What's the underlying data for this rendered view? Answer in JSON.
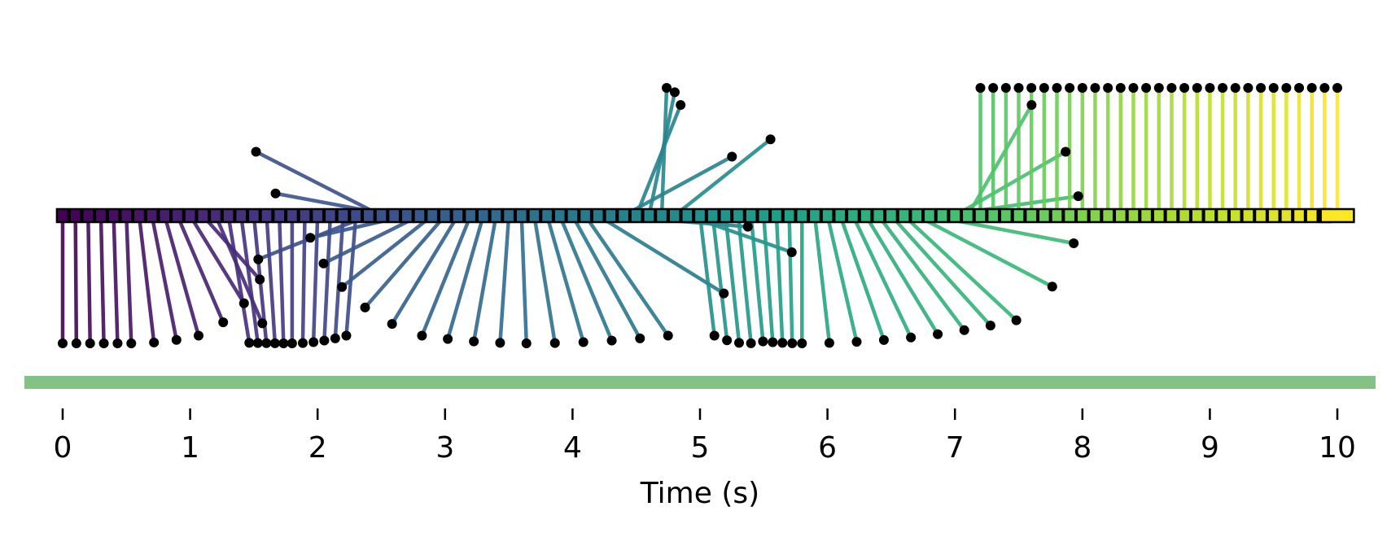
{
  "chart_data": {
    "type": "cart-pole-trajectory",
    "xlabel": "Time (s)",
    "xlim": [
      -0.3,
      10.3
    ],
    "x_ticks": [
      0,
      1,
      2,
      3,
      4,
      5,
      6,
      7,
      8,
      9,
      10
    ],
    "x_tick_labels": [
      "0",
      "1",
      "2",
      "3",
      "4",
      "5",
      "6",
      "7",
      "8",
      "9",
      "10"
    ],
    "frame_interval_s": 0.1,
    "frame_start_s": 0,
    "frame_end_s": 10,
    "pole_length_m": 1.0,
    "track_color": "#84c184",
    "colormap": "viridis",
    "colormap_stops": [
      "#440154",
      "#482878",
      "#3e4989",
      "#31688e",
      "#26828e",
      "#1f9e89",
      "#35b779",
      "#6ece58",
      "#b5de2b",
      "#fde725"
    ],
    "cart_edge_color": "#000000",
    "bob_color": "#000000",
    "pole_keyframes": [
      {
        "t": 0.0,
        "tip_dx": 0.0,
        "angle_deg": 180
      },
      {
        "t": 0.5,
        "tip_dx": 0.05,
        "angle_deg": 180
      },
      {
        "t": 0.8,
        "tip_dx": -0.1,
        "angle_deg": 160
      },
      {
        "t": 1.1,
        "tip_dx": -0.55,
        "angle_deg": 120
      },
      {
        "t": 1.3,
        "tip_dx": 0.1,
        "angle_deg": 175
      },
      {
        "t": 1.8,
        "tip_dx": 0.0,
        "angle_deg": 180
      },
      {
        "t": 2.3,
        "tip_dx": 0.35,
        "angle_deg": 200
      },
      {
        "t": 2.5,
        "tip_dx": -0.15,
        "angle_deg": 300
      },
      {
        "t": 2.7,
        "tip_dx": 0.3,
        "angle_deg": 260
      },
      {
        "t": 3.2,
        "tip_dx": -0.05,
        "angle_deg": 200
      },
      {
        "t": 3.6,
        "tip_dx": 0.05,
        "angle_deg": 180
      },
      {
        "t": 4.1,
        "tip_dx": 0.4,
        "angle_deg": 160
      },
      {
        "t": 4.5,
        "tip_dx": -0.2,
        "angle_deg": 30
      },
      {
        "t": 4.7,
        "tip_dx": 0.05,
        "angle_deg": 0
      },
      {
        "t": 5.0,
        "tip_dx": -0.3,
        "angle_deg": 160
      },
      {
        "t": 5.4,
        "tip_dx": 0.35,
        "angle_deg": 190
      },
      {
        "t": 5.8,
        "tip_dx": 0.0,
        "angle_deg": 180
      },
      {
        "t": 6.6,
        "tip_dx": 0.4,
        "angle_deg": 145
      },
      {
        "t": 7.0,
        "tip_dx": 0.0,
        "angle_deg": 60
      },
      {
        "t": 7.2,
        "tip_dx": 0.0,
        "angle_deg": 0
      },
      {
        "t": 10.0,
        "tip_dx": 0.0,
        "angle_deg": 0
      }
    ]
  }
}
